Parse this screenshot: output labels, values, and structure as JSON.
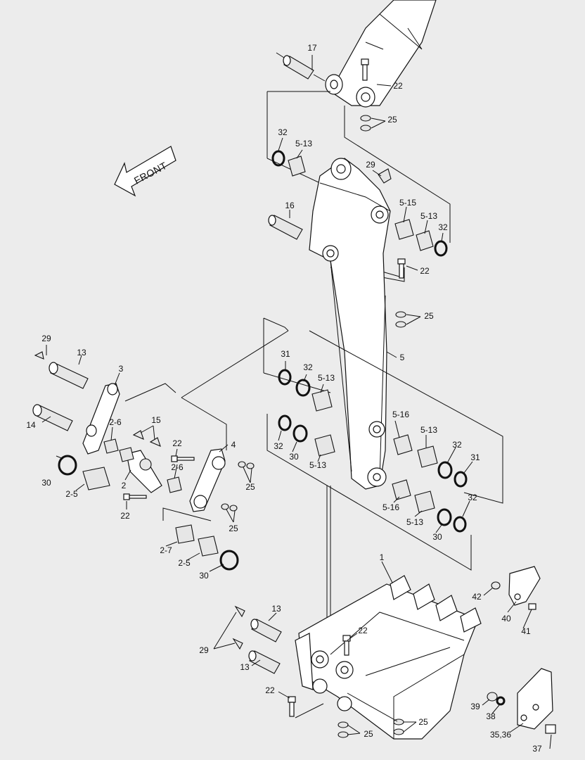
{
  "direction_arrow": {
    "text": "FRONT"
  },
  "callouts": [
    "17",
    "22",
    "25",
    "32",
    "5-13",
    "29",
    "16",
    "5-15",
    "5-13",
    "32",
    "22",
    "25",
    "5",
    "29",
    "13",
    "3",
    "14",
    "31",
    "32",
    "5-13",
    "2-6",
    "15",
    "22",
    "4",
    "2-6",
    "30",
    "2-5",
    "2",
    "25",
    "22",
    "25",
    "32",
    "30",
    "5-13",
    "5-16",
    "5-13",
    "32",
    "31",
    "5-16",
    "5-13",
    "30",
    "32",
    "2-7",
    "2-5",
    "30",
    "1",
    "42",
    "40",
    "41",
    "13",
    "22",
    "29",
    "13",
    "22",
    "25",
    "25",
    "39",
    "38",
    "35,36",
    "37"
  ]
}
